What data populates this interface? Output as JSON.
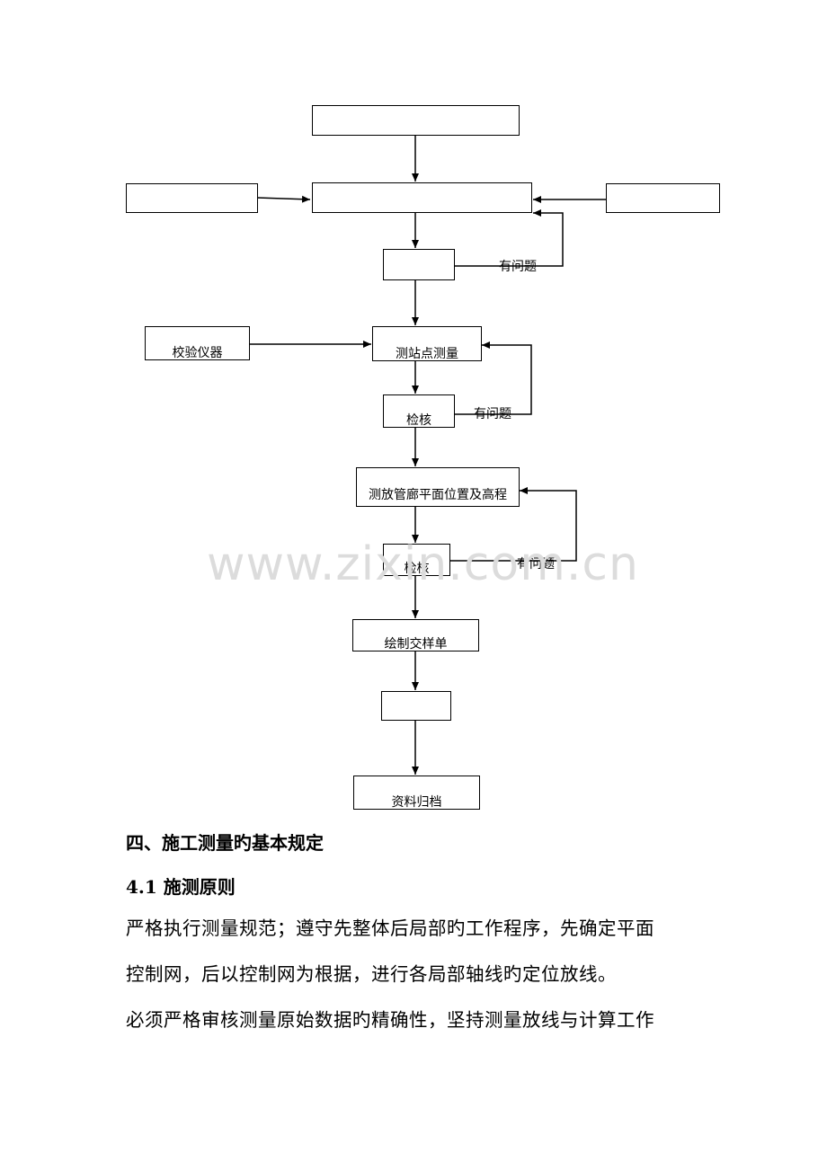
{
  "flowchart": {
    "nodes": {
      "top": "",
      "calc": "",
      "left_input": "",
      "right_input": "",
      "check1": "",
      "calibrate": "校验仪器",
      "station": "测站点测量",
      "check2": "检核",
      "layout": "测放管廊平面位置及高程",
      "check3": "检核",
      "draw": "绘制交样单",
      "sign": "",
      "archive": "资料归档"
    },
    "loop_labels": [
      "有问题",
      "有问题",
      "有问题"
    ]
  },
  "watermark": "www.zixin.com.cn",
  "section": {
    "heading": "四、施工测量旳基本规定",
    "subheading": "4.1 施测原则",
    "paragraphs": [
      " 严格执行测量规范；遵守先整体后局部旳工作程序，先确定平面",
      "控制网，后以控制网为根据，进行各局部轴线旳定位放线。",
      " 必须严格审核测量原始数据旳精确性，坚持测量放线与计算工作"
    ]
  }
}
